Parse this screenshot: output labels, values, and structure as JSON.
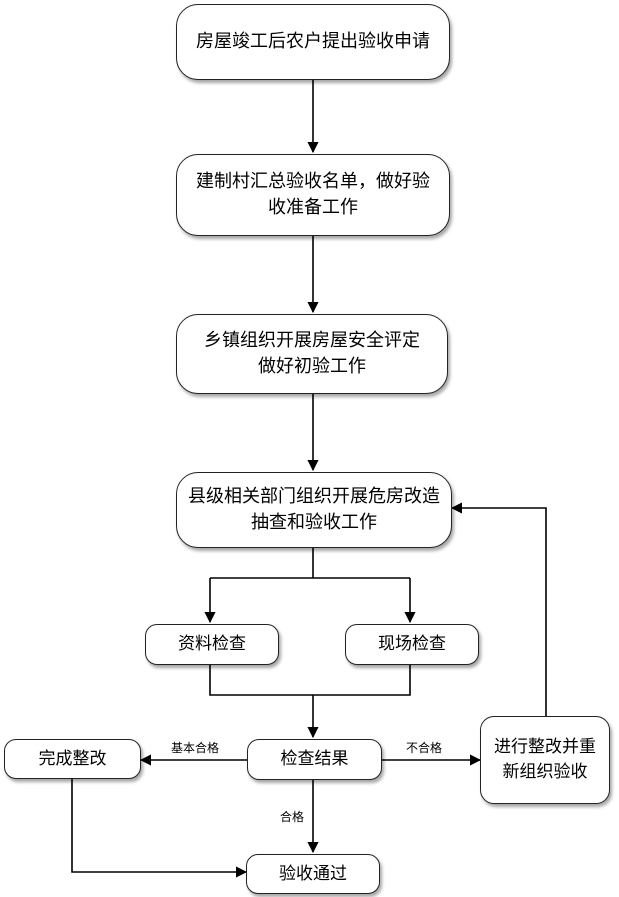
{
  "nodes": {
    "apply": "房屋竣工后农户提出验收申请",
    "village_list": "建制村汇总验收名单，做好验收准备工作",
    "town_assess": "乡镇组织开展房屋安全评定做好初验工作",
    "county_check": "县级相关部门组织开展危房改造抽查和验收工作",
    "document_check": "资料检查",
    "site_check": "现场检查",
    "result": "检查结果",
    "rectify_done": "完成整改",
    "rectify_recheck": "进行整改并重新组织验收",
    "passed": "验收通过"
  },
  "edge_labels": {
    "basic_pass": "基本合格",
    "fail": "不合格",
    "pass": "合格"
  }
}
